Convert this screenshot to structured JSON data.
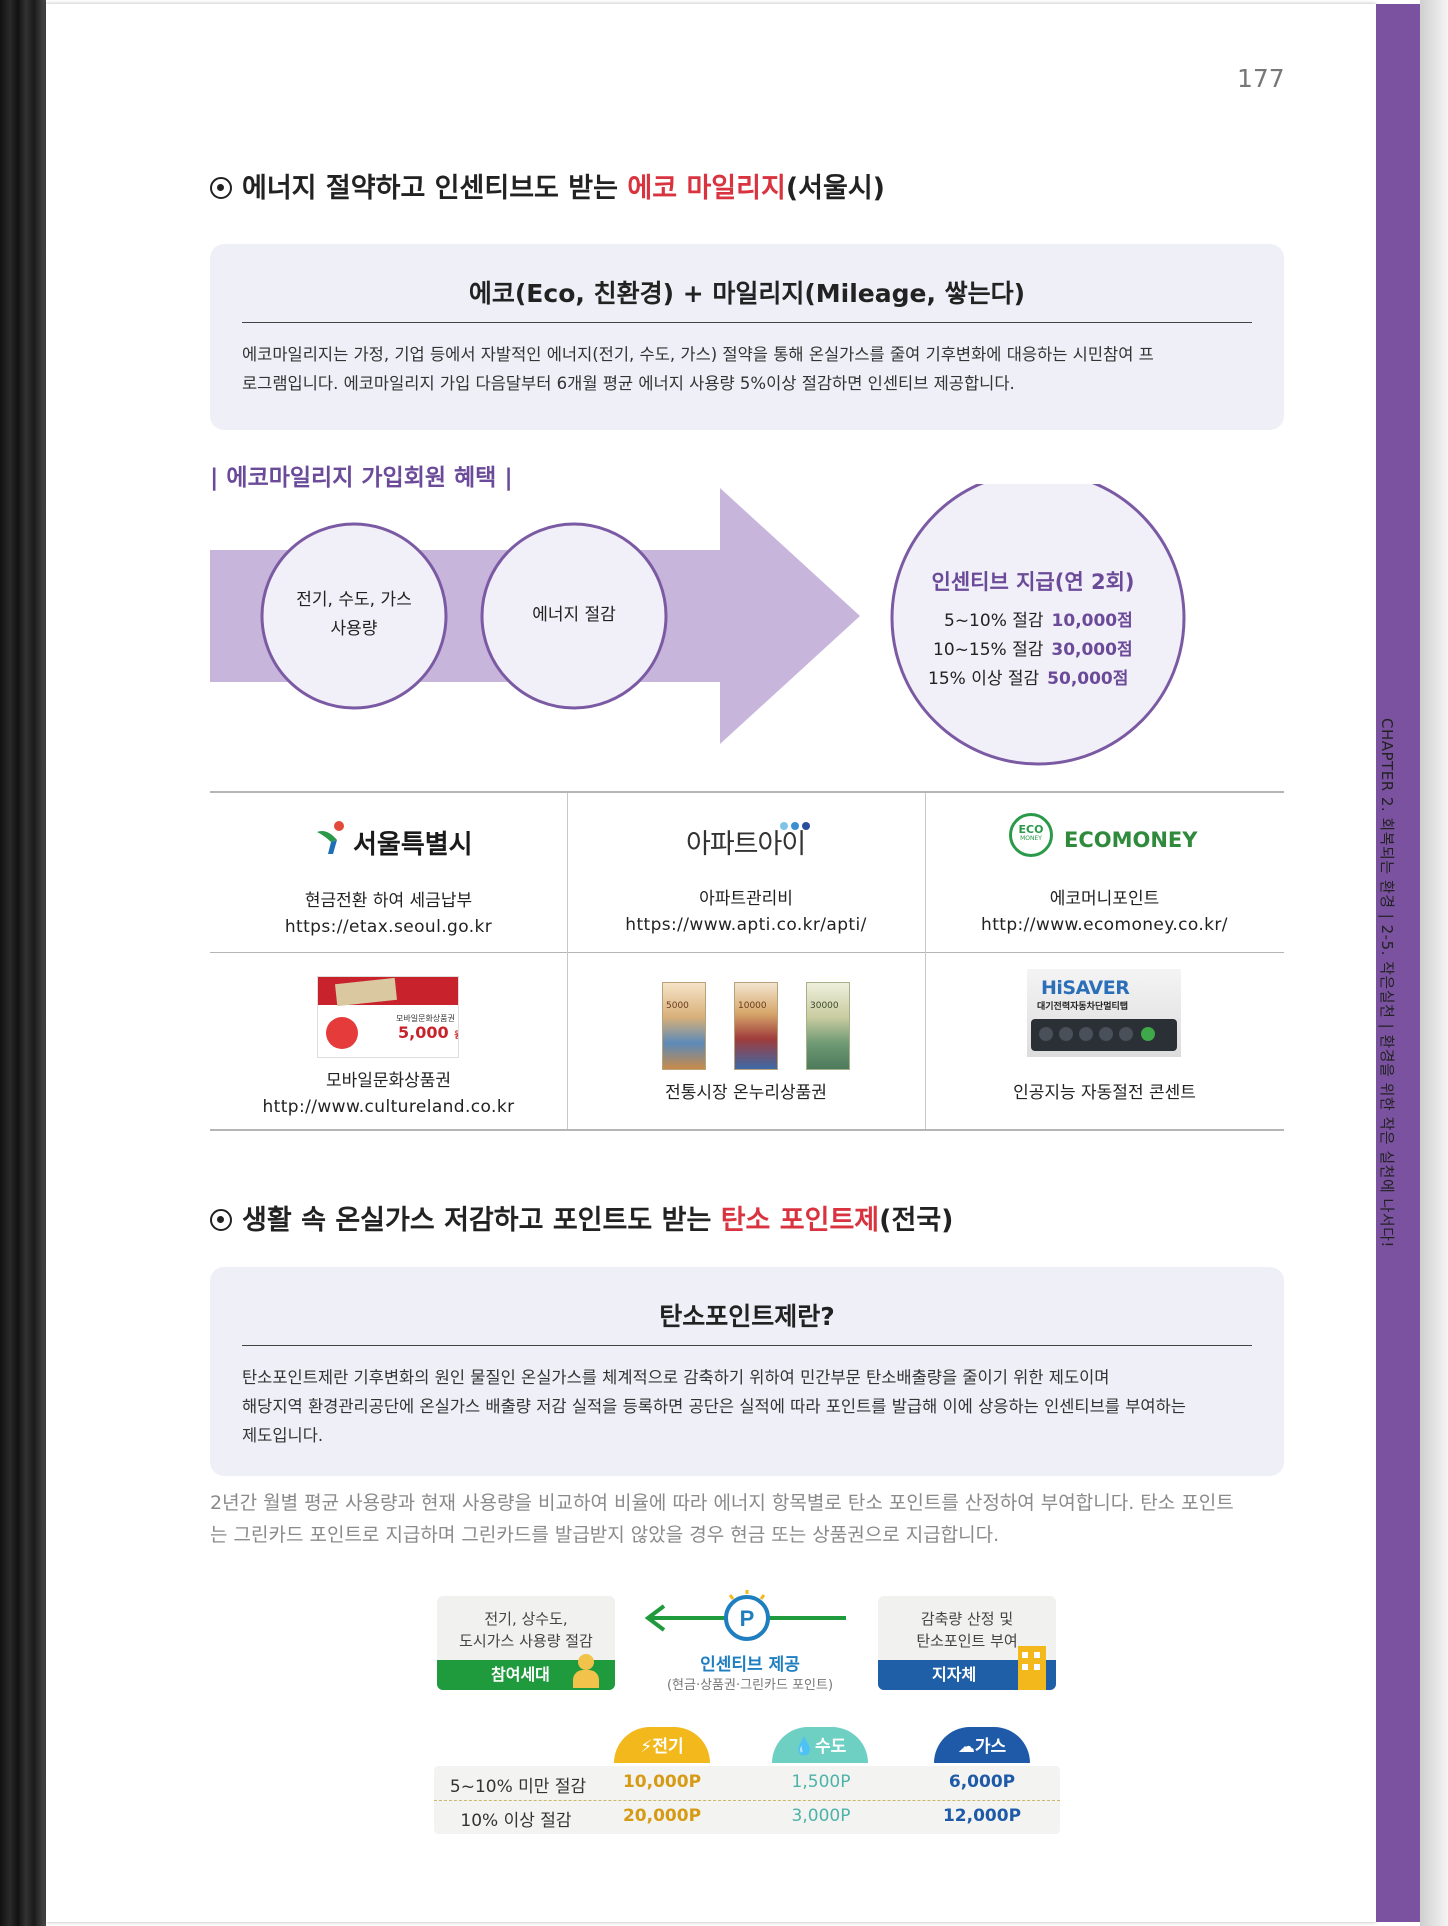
{
  "page_number": "177",
  "chapter_tab": "CHAPTER 2. 회복되는 환경  |  2-5. 작은실천  |  환경을 위한 작은 실천에 나서다!",
  "section1": {
    "title_pre": "에너지 절약하고 인센티브도 받는 ",
    "title_hl": "에코 마일리지",
    "title_post": "(서울시)",
    "box_title": "에코(Eco, 친환경) + 마일리지(Mileage, 쌓는다)",
    "box_line1": "에코마일리지는 가정, 기업 등에서 자발적인 에너지(전기, 수도, 가스) 절약을 통해 온실가스를 줄여 기후변화에 대응하는 시민참여 프",
    "box_line2": "로그램입니다. 에코마일리지 가입 다음달부터 6개월 평균 에너지 사용량 5%이상 절감하면 인센티브 제공합니다."
  },
  "benefits": {
    "heading": "|  에코마일리지 가입회원 혜택  |",
    "circle1_line1": "전기, 수도, 가스",
    "circle1_line2": "사용량",
    "circle2": "에너지 절감",
    "incentive_title": "인센티브 지급(연 2회)",
    "tiers": [
      {
        "range": "5~10% 절감",
        "points": "10,000점"
      },
      {
        "range": "10~15% 절감",
        "points": "30,000점"
      },
      {
        "range": "15% 이상 절감",
        "points": "50,000점"
      }
    ]
  },
  "partners": [
    {
      "logo": "서울특별시",
      "desc": "현금전환 하여 세금납부",
      "url": "https://etax.seoul.go.kr"
    },
    {
      "logo": "아파트아이",
      "desc": "아파트관리비",
      "url": "https://www.apti.co.kr/apti/"
    },
    {
      "logo": "ECOMONEY",
      "logo_badge": "ECO",
      "logo_badge_sub": "MONEY",
      "desc": "에코머니포인트",
      "url": "http://www.ecomoney.co.kr/"
    },
    {
      "desc": "모바일문화상품권",
      "url": "http://www.cultureland.co.kr",
      "voucher_amount": "5,000",
      "voucher_unit": "원",
      "voucher_name": "모바일문화상품권"
    },
    {
      "desc": "전통시장 온누리상품권",
      "bill_values": [
        "5000",
        "10000",
        "30000"
      ]
    },
    {
      "desc": "인공지능 자동절전 콘센트",
      "brand": "HiSAVER",
      "brand_sub": "대기전력자동차단멀티탭"
    }
  ],
  "section2": {
    "title_pre": "생활 속 온실가스 저감하고 포인트도 받는 ",
    "title_hl": "탄소 포인트제",
    "title_post": "(전국)",
    "box_title": "탄소포인트제란?",
    "box_line1": "탄소포인트제란 기후변화의 원인 물질인 온실가스를 체계적으로 감축하기 위하여 민간부문 탄소배출량을 줄이기 위한 제도이며",
    "box_line2": "해당지역 환경관리공단에 온실가스 배출량 저감 실적을 등록하면 공단은 실적에 따라 포인트를 발급해 이에 상응하는 인센티브를 부여하는",
    "box_line3": "제도입니다.",
    "desc_line1": "2년간 월별 평균 사용량과 현재 사용량을 비교하여 비율에 따라 에너지 항목별로 탄소 포인트를 산정하여 부여합니다. 탄소 포인트",
    "desc_line2": "는 그린카드 포인트로 지급하며 그린카드를 발급받지 않았을 경우 현금 또는 상품권으로 지급합니다."
  },
  "carbon_flow": {
    "left_card_line1": "전기, 상수도,",
    "left_card_line2": "도시가스 사용량 절감",
    "left_card_bar": "참여세대",
    "middle_title": "인센티브 제공",
    "middle_sub": "(현금·상품권·그린카드 포인트)",
    "right_card_line1": "감축량 산정 및",
    "right_card_line2": "탄소포인트 부여",
    "right_card_bar": "지자체",
    "colors": {
      "green": "#1f9a3c",
      "blue": "#1e5fa8",
      "elec": "#f2b81c",
      "water": "#6ecfc3",
      "gas": "#1f5aa8"
    }
  },
  "rates": {
    "columns": [
      "전기",
      "수도",
      "가스"
    ],
    "rows": [
      {
        "label": "5~10% 미만 절감",
        "values": [
          "10,000P",
          "1,500P",
          "6,000P"
        ]
      },
      {
        "label": "10% 이상 절감",
        "values": [
          "20,000P",
          "3,000P",
          "12,000P"
        ]
      }
    ]
  }
}
